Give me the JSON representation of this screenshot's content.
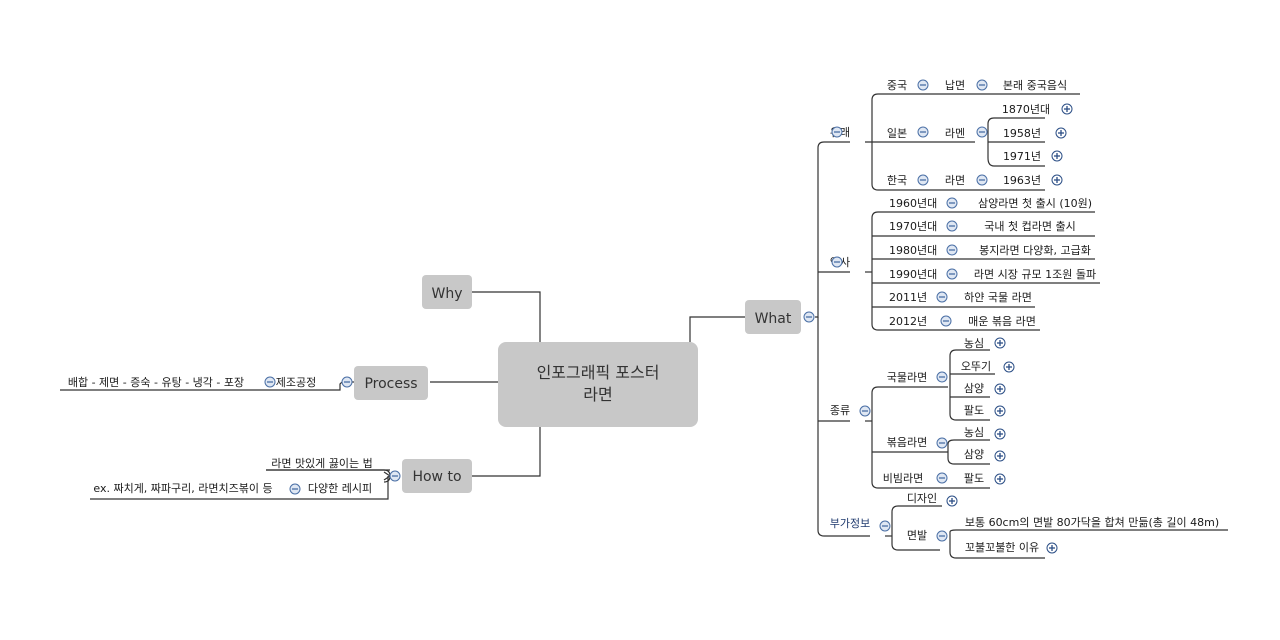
{
  "center": {
    "line1": "인포그래픽 포스터",
    "line2": "라면"
  },
  "branches": {
    "why": "Why",
    "process": "Process",
    "howto": "How to",
    "what": "What"
  },
  "process": {
    "label": "제조공정",
    "steps": "배합 - 제면 - 증숙 - 유탕 - 냉각 - 포장"
  },
  "howto": {
    "boil": "라면 맛있게 끓이는 법",
    "recipes_label": "다양한 레시피",
    "recipes_examples": "ex. 짜치게, 짜파구리, 라면치즈볶이 등"
  },
  "what": {
    "origin": {
      "label": "유래",
      "china": {
        "label": "중국",
        "noodle": "납면",
        "note": "본래 중국음식"
      },
      "japan": {
        "label": "일본",
        "noodle": "라멘",
        "years": [
          "1870년대",
          "1958년",
          "1971년"
        ]
      },
      "korea": {
        "label": "한국",
        "noodle": "라면",
        "year": "1963년"
      }
    },
    "history": {
      "label": "역사",
      "items": [
        {
          "year": "1960년대",
          "text": "삼양라면 첫 출시 (10원)"
        },
        {
          "year": "1970년대",
          "text": "국내 첫 컵라면 출시"
        },
        {
          "year": "1980년대",
          "text": "봉지라면 다양화, 고급화"
        },
        {
          "year": "1990년대",
          "text": "라면 시장 규모 1조원 돌파"
        },
        {
          "year": "2011년",
          "text": "하얀 국물 라면"
        },
        {
          "year": "2012년",
          "text": "매운 볶음 라면"
        }
      ]
    },
    "types": {
      "label": "종류",
      "soup": {
        "label": "국물라면",
        "brands": [
          "농심",
          "오뚜기",
          "삼양",
          "팔도"
        ]
      },
      "fried": {
        "label": "볶음라면",
        "brands": [
          "농심",
          "삼양"
        ]
      },
      "bibim": {
        "label": "비빔라면",
        "brands": [
          "팔도"
        ]
      }
    },
    "extra": {
      "label": "부가정보",
      "design": "디자인",
      "noodle": {
        "label": "면발",
        "fact1": "보통 60cm의 면발 80가닥을 합쳐 만듦(총 길이 48m)",
        "fact2": "꼬불꼬불한 이유"
      }
    }
  },
  "colors": {
    "node_fill": "#c8c8c8",
    "line": "#333333",
    "collapse": "#4a6fa5",
    "expand": "#2c4f86",
    "link_text": "#1f3a6e"
  }
}
